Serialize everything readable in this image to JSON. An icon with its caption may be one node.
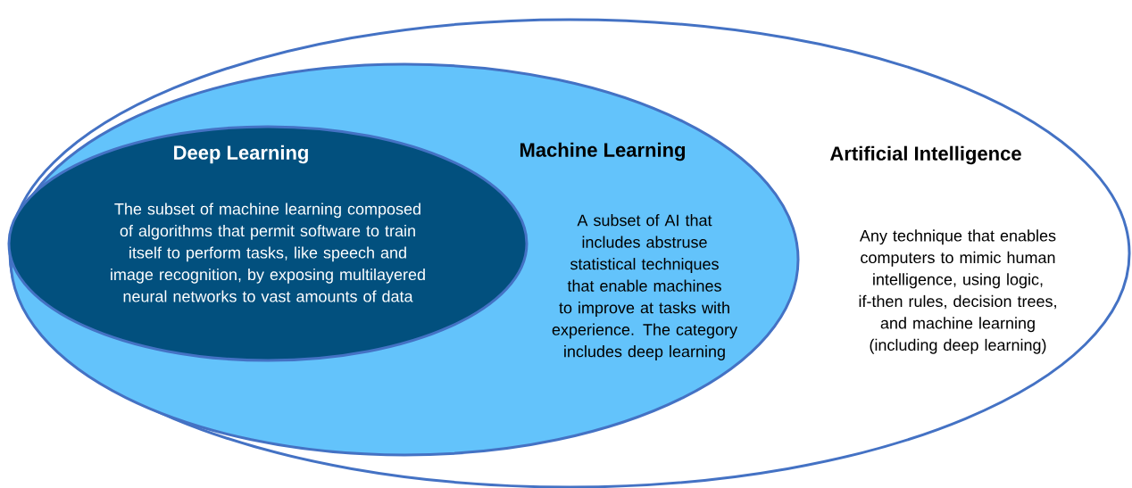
{
  "diagram": {
    "nodes": [
      {
        "text": [
          "Artificial Intelligence",
          "Any technique that enables computers to mimic human intelligence, using logic, if-then rules, decision trees, and machine learning (including deep learning)"
        ]
      },
      {
        "text": [
          "Machine Learning",
          "A subset of AI that includes abstruse statistical techniques that enable machines to improve at tasks with experience. The category includes deep learning"
        ],
        "in": 0
      },
      {
        "text": [
          "Deep Learning",
          "The subset of machine learning composed of algorithms that permit software to train itself to perform tasks, like speech and image recognition, by exposing multilayered neural networks to vast amounts of data"
        ],
        "in": 1
      }
    ]
  }
}
